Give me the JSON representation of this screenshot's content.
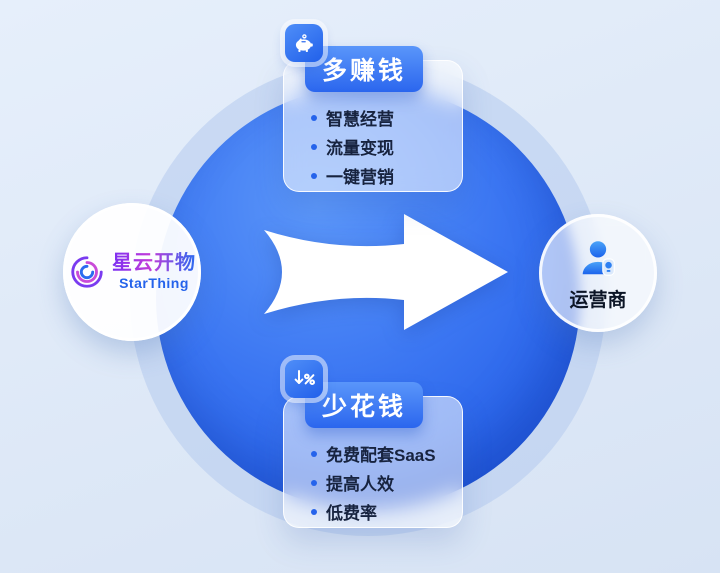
{
  "brand": {
    "name_cn": "星云开物",
    "name_en": "StarThing"
  },
  "operator": {
    "label": "运营商"
  },
  "cards": {
    "earn": {
      "title": "多赚钱",
      "icon": "piggy-bank-icon",
      "items": [
        "智慧经营",
        "流量变现",
        "一键营销"
      ]
    },
    "save": {
      "title": "少花钱",
      "icon": "percent-down-icon",
      "items": [
        "免费配套SaaS",
        "提高人效",
        "低费率"
      ]
    }
  },
  "colors": {
    "background": "#dde8f6",
    "main_circle_blue": "#2f6cf0",
    "pill_gradient_start": "#5a96fa",
    "pill_gradient_end": "#2b66ee",
    "accent_blue": "#2563eb",
    "bullet_blue": "#2563eb",
    "brand_gradient": [
      "#7b2ff2",
      "#c23bd9",
      "#2b6bf0"
    ],
    "arrow_white": "#ffffff"
  }
}
